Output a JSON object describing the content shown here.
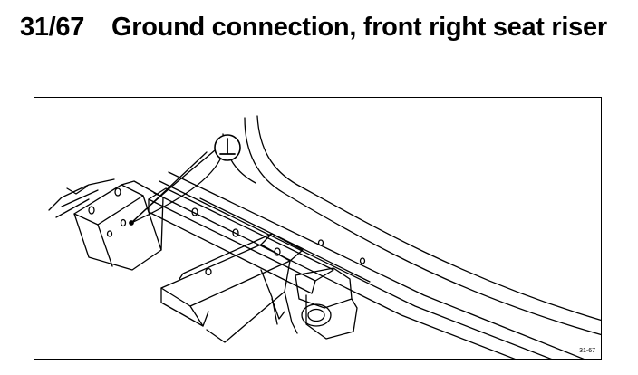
{
  "document": {
    "section_number": "31/67",
    "title": "Ground connection, front right seat riser"
  },
  "figure": {
    "reference": "31-67",
    "callout_symbol": "ground-symbol"
  }
}
